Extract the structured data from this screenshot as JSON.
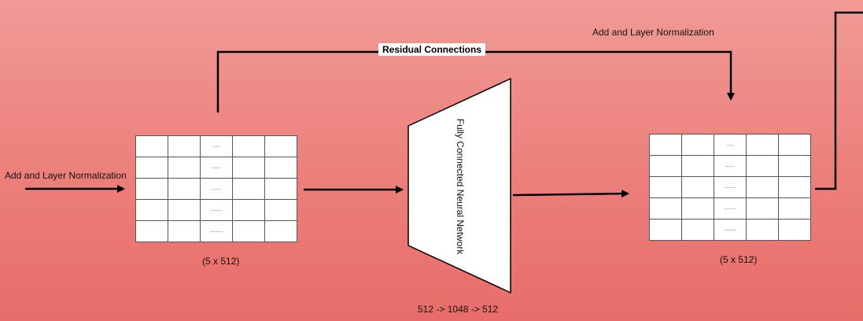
{
  "labels": {
    "top_right": "Add and Layer Normalization",
    "residual": "Residual Connections",
    "left_input": "Add and Layer Normalization",
    "input_shape": "(5 x 512)",
    "output_shape": "(5 x 512)",
    "fc_network": "Fully Connected Neural Network",
    "dims": "512 -> 1048 -> 512"
  },
  "matrix": {
    "dots": [
      "......",
      ".......",
      "........",
      ".........",
      ".........."
    ]
  }
}
